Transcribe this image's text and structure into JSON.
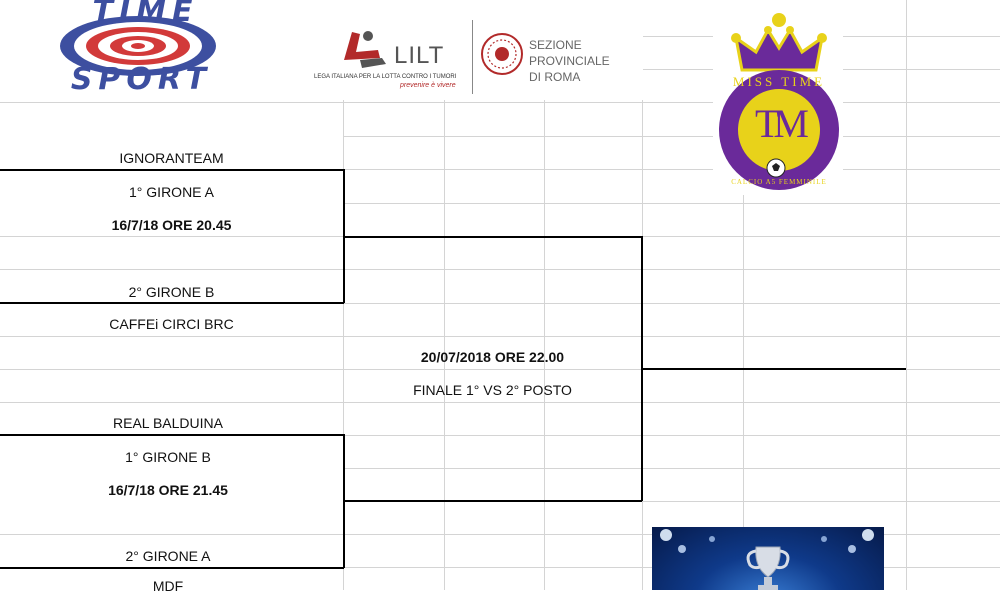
{
  "logos": {
    "timesport_top": "TIME",
    "timesport_bottom": "SPORT",
    "lilt_name": "LILT",
    "lilt_sub": "LEGA ITALIANA PER LA LOTTA CONTRO I TUMORI",
    "lilt_slogan": "prevenire è vivere",
    "lilt_section_1": "SEZIONE",
    "lilt_section_2": "PROVINCIALE",
    "lilt_section_3": "DI ROMA",
    "misstime_text": "MISS TIME",
    "misstime_letters": "TM",
    "misstime_sub": "CALCIO A5 FEMMINILE"
  },
  "colors": {
    "timesport_blue": "#3d4fa0",
    "timesport_red": "#d23a3a",
    "lilt_red": "#b22a2a",
    "misstime_purple": "#6a2a9a",
    "misstime_yellow": "#e8d21a"
  },
  "bracket": {
    "semi1": {
      "team_top": "IGNORANTEAM",
      "seed_top": "1° GIRONE A",
      "datetime": "16/7/18 ORE 20.45",
      "seed_bottom": "2° GIRONE B",
      "team_bottom": "CAFFEi CIRCI BRC"
    },
    "semi2": {
      "team_top": "REAL BALDUINA",
      "seed_top": "1° GIRONE B",
      "datetime": "16/7/18 ORE 21.45",
      "seed_bottom": "2° GIRONE A",
      "team_bottom": "MDF"
    },
    "final": {
      "datetime": "20/07/2018 ORE 22.00",
      "label": "FINALE 1° VS 2° POSTO"
    }
  }
}
